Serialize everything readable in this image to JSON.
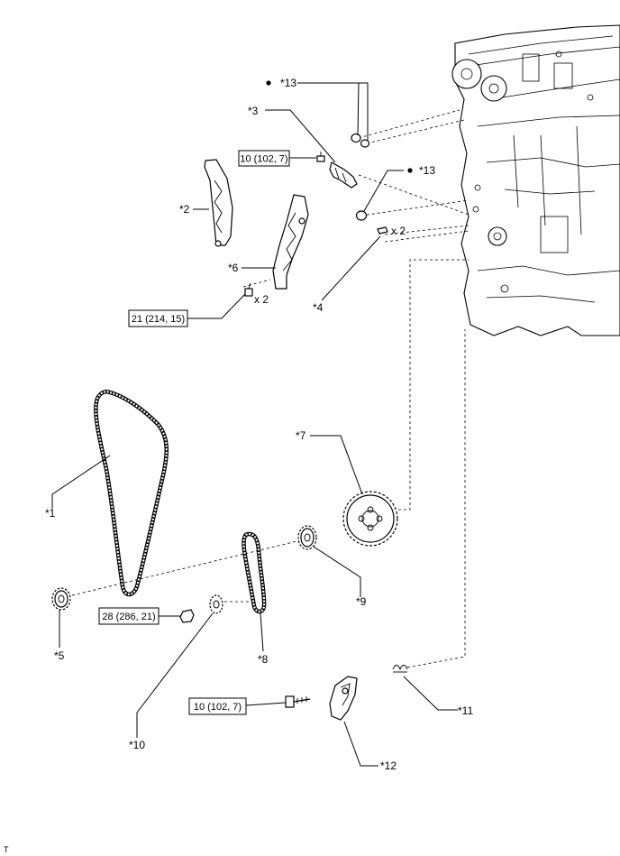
{
  "labels": {
    "p1": "*1",
    "p2": "*2",
    "p3": "*3",
    "p4": "*4",
    "p5": "*5",
    "p6": "*6",
    "p7": "*7",
    "p8": "*8",
    "p9": "*9",
    "p10": "*10",
    "p11": "*11",
    "p12": "*12",
    "p13a": "*13",
    "p13b": "*13"
  },
  "torque": {
    "t1": "10 (102, 7)",
    "t2": "21 (214, 15)",
    "t3": "28 (286, 21)",
    "t4": "10 (102, 7)"
  },
  "quantity": {
    "q1": "x 2",
    "q2": "x 2"
  },
  "corner_mark": "T"
}
